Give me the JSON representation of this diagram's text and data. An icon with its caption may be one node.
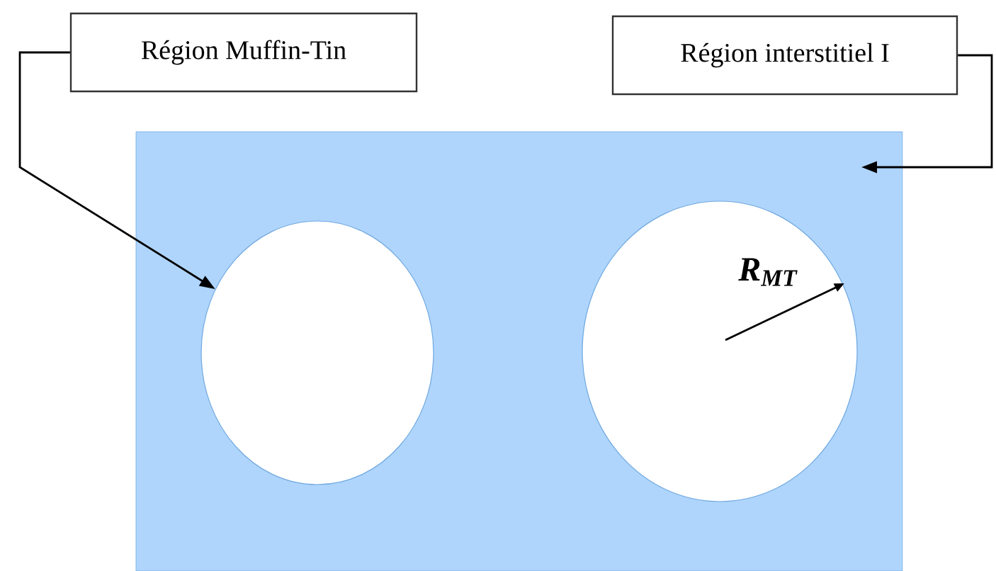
{
  "diagram": {
    "nodes": [
      {
        "text": [
          "Région Muffin-Tin"
        ]
      },
      {
        "text": [
          "Région interstitiel I"
        ]
      },
      {
        "text": [],
        "shape": "box"
      },
      {
        "text": [],
        "shape": "circle",
        "in": 2
      },
      {
        "text": [],
        "shape": "circle",
        "in": 2
      }
    ],
    "edges": [
      {
        "from": 0,
        "to": 3,
        "arrow": "to"
      },
      {
        "from": 1,
        "to": 2,
        "arrow": "to"
      }
    ],
    "labels": [
      "R$_{MT}$"
    ]
  }
}
